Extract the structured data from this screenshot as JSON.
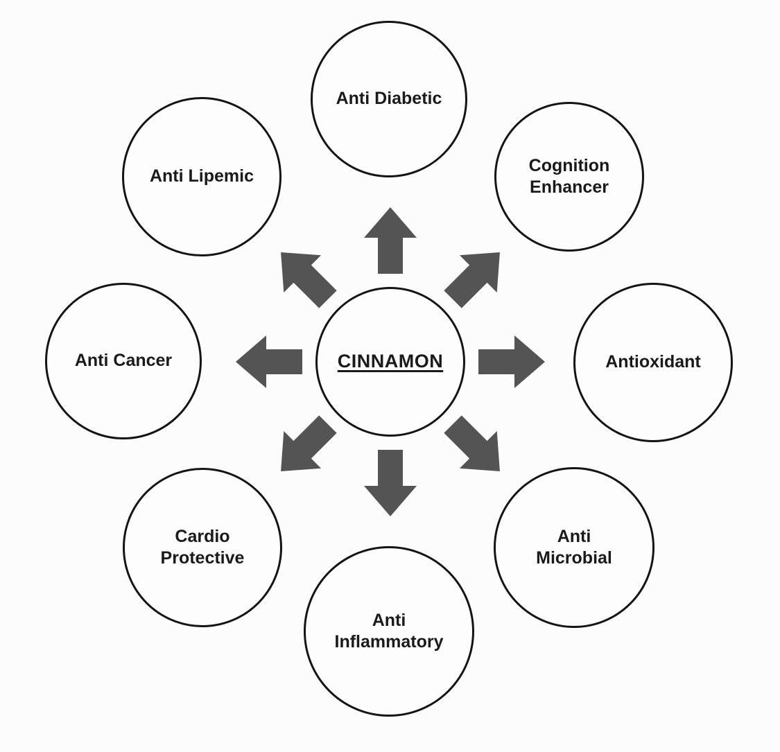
{
  "diagram": {
    "center": {
      "label": "CINNAMON"
    },
    "nodes": [
      {
        "id": "anti-diabetic",
        "label": "Anti Diabetic",
        "position": "top"
      },
      {
        "id": "cognition-enhancer",
        "label": "Cognition Enhancer",
        "position": "top-right"
      },
      {
        "id": "antioxidant",
        "label": "Antioxidant",
        "position": "right"
      },
      {
        "id": "anti-microbial",
        "label": "Anti Microbial",
        "position": "bottom-right"
      },
      {
        "id": "anti-inflammatory",
        "label": "Anti Inflammatory",
        "position": "bottom"
      },
      {
        "id": "cardio-protective",
        "label": "Cardio Protective",
        "position": "bottom-left"
      },
      {
        "id": "anti-cancer",
        "label": "Anti Cancer",
        "position": "left"
      },
      {
        "id": "anti-lipemic",
        "label": "Anti Lipemic",
        "position": "top-left"
      }
    ],
    "colors": {
      "arrow": "#545454",
      "circle_border": "#141414",
      "text": "#1a1a1a",
      "background": "#fcfcfc"
    }
  }
}
